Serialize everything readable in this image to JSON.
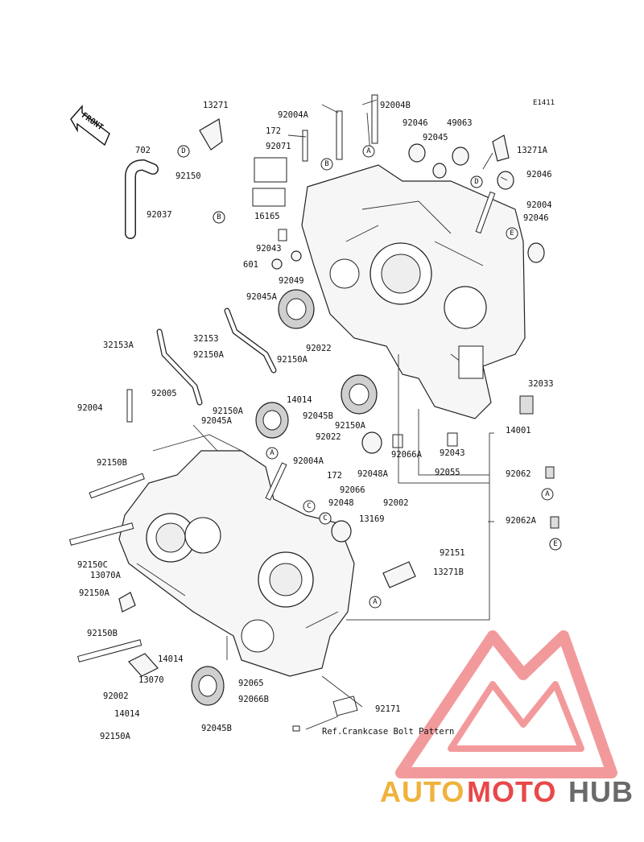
{
  "diagram_code": "E1411",
  "front_label": "FRONT",
  "ref_note": "Ref.Crankcase Bolt Pattern",
  "logo": {
    "part1": "AUTO",
    "part2": "MOTO",
    "part3": "HUB"
  },
  "colors": {
    "logo_auto": "#f0b23c",
    "logo_moto": "#e8484a",
    "logo_hub": "#6a6a6a",
    "watermark": "#e8484a"
  },
  "parts": [
    "13271",
    "702",
    "92150",
    "92037",
    "16165",
    "92071",
    "172",
    "92004A",
    "92004B",
    "92046",
    "49063",
    "92045",
    "13271A",
    "92046",
    "92004",
    "92046",
    "92043",
    "601",
    "92049",
    "92045A",
    "32153",
    "32153A",
    "92150A",
    "92022",
    "92150A",
    "14014",
    "92045B",
    "92005",
    "92004",
    "92150A",
    "92045A",
    "92150B",
    "92150A",
    "92022",
    "32033",
    "92066A",
    "92048A",
    "92043",
    "92055",
    "14001",
    "92062",
    "92062A",
    "92004A",
    "172",
    "92066",
    "92048",
    "92002",
    "13169",
    "92151",
    "13271B",
    "92150C",
    "13070A",
    "92150A",
    "92150B",
    "14014",
    "13070",
    "92002",
    "92065",
    "92066B",
    "92171",
    "14014",
    "92150A",
    "92045B"
  ],
  "markers": [
    "A",
    "B",
    "C",
    "D",
    "E",
    "A",
    "B",
    "D",
    "E",
    "A",
    "A",
    "C",
    "C",
    "A",
    "E",
    "D",
    "B"
  ]
}
